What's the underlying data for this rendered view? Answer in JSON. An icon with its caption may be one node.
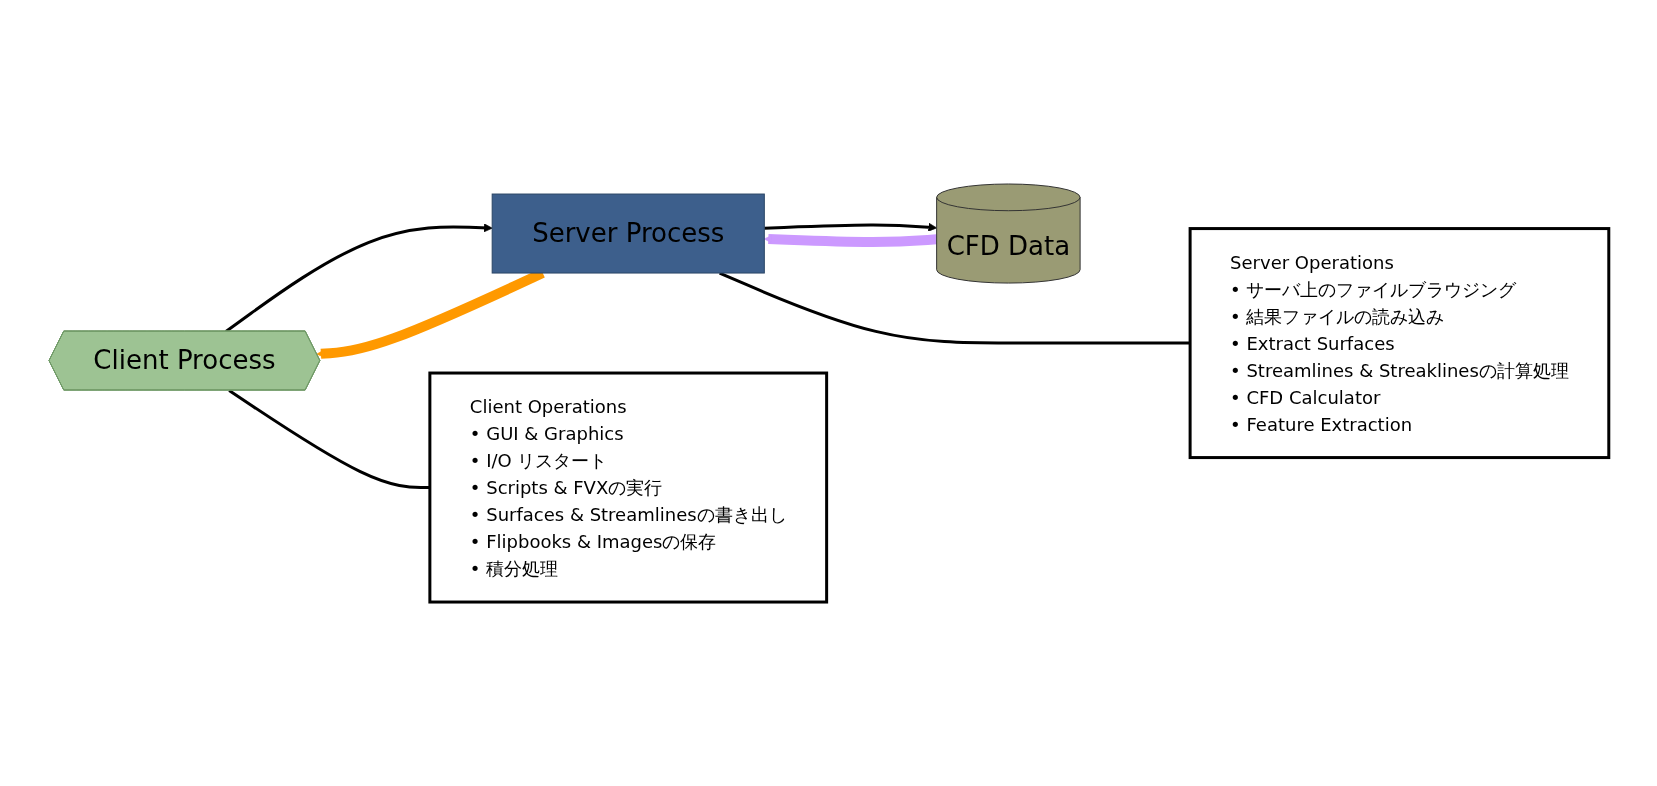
{
  "diagram": {
    "nodes": [
      {
        "text": [
          "Client Process"
        ]
      },
      {
        "text": [
          "Server Process"
        ]
      },
      {
        "text": [
          "CFD Data"
        ]
      },
      {
        "text": [
          "Client Operations",
          "• GUI & Graphics",
          "• I/O リスタート",
          "• Scripts & FVXの実行",
          "• Surfaces & Streamlinesの書き出し",
          "• Flipbooks & Imagesの保存",
          "• 積分処理"
        ]
      },
      {
        "text": [
          "Server Operations",
          "• サーバ上のファイルブラウジング",
          "• 結果ファイルの読み込み",
          "• Extract Surfaces",
          "• Streamlines & Streaklinesの計算処理",
          "• CFD Calculator",
          "• Feature Extraction"
        ]
      }
    ],
    "edges": [
      {
        "from": 0,
        "to": 1,
        "arrow": "to"
      },
      {
        "from": 1,
        "to": 0,
        "arrow": "to",
        "style": "thick",
        "color": "#ff9900"
      },
      {
        "from": 1,
        "to": 2,
        "arrow": "to"
      },
      {
        "from": 2,
        "to": 1,
        "arrow": "to",
        "style": "thick",
        "color": "#cc99ff"
      },
      {
        "from": 0,
        "to": 3,
        "arrow": "none"
      },
      {
        "from": 1,
        "to": 4,
        "arrow": "none"
      }
    ]
  }
}
